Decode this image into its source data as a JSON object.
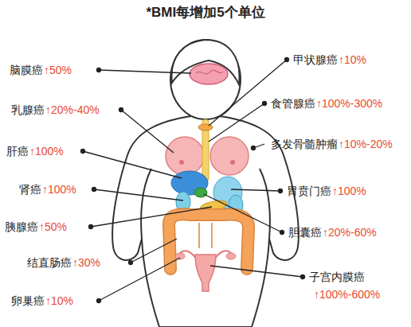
{
  "diagram": {
    "title": "*BMI每增加5个单位",
    "labels": [
      "脑膜癌",
      "↑50%",
      "乳腺癌",
      "↑20%-40%",
      "肝癌",
      "↑100%",
      "肾癌",
      "↑100%",
      "胰腺癌",
      "↑50%",
      "结直肠癌",
      "↑30%",
      "卵巢癌",
      "↑10%",
      "甲状腺癌",
      "↑10%",
      "食管腺癌",
      "↑100%-300%",
      "多发骨髓肿瘤",
      "↑10%-20%",
      "胃贲门癌",
      "↑100%",
      "胆囊癌",
      "↑20%-60%",
      "子宫内膜癌",
      "↑100%-600%"
    ]
  }
}
